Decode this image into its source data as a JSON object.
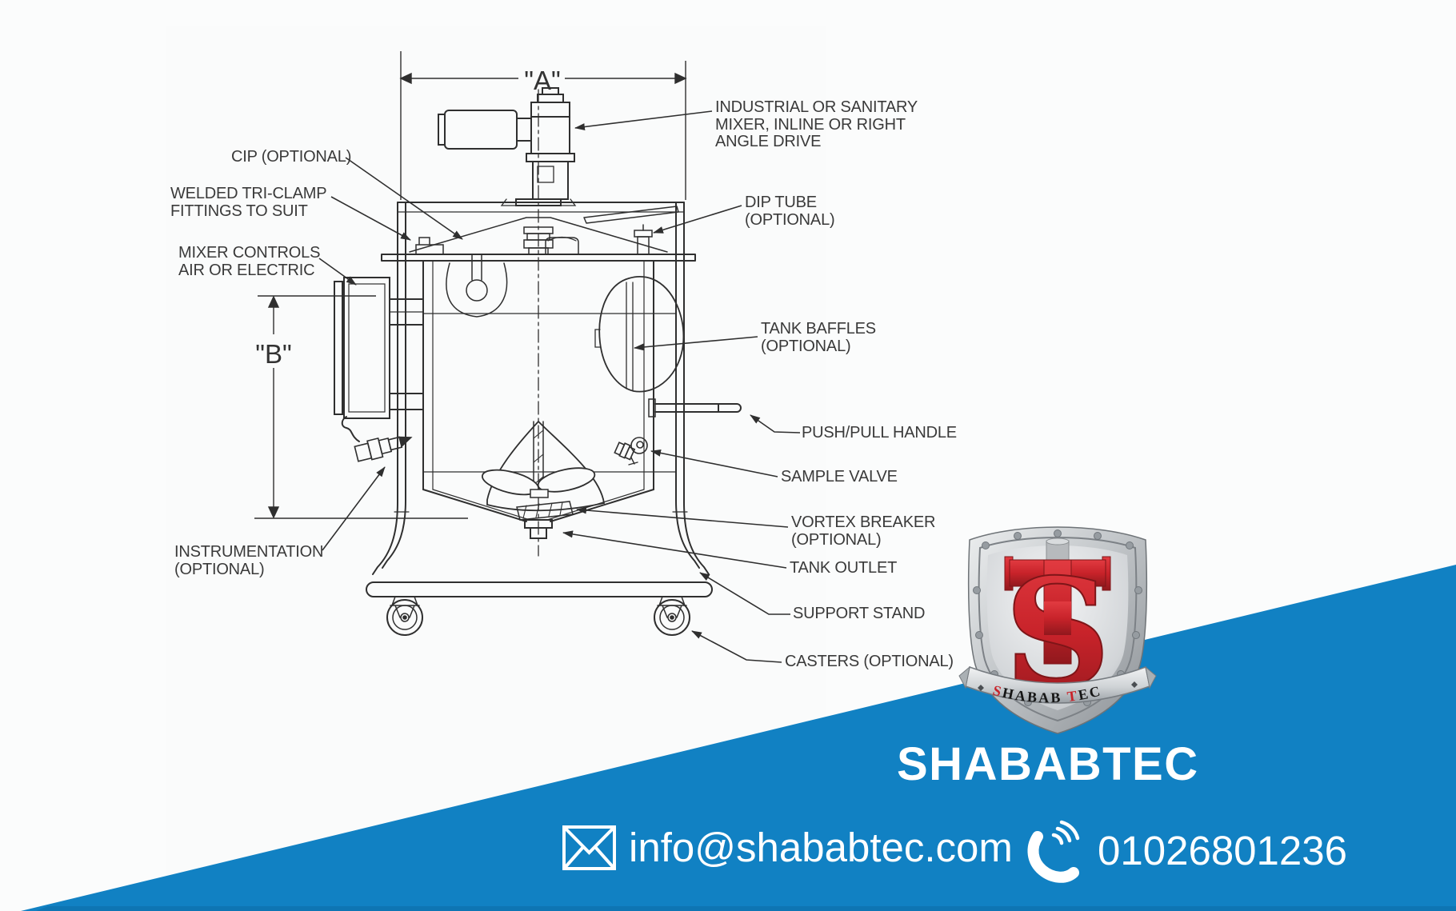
{
  "diagram": {
    "dimensions": {
      "a": "\"A\"",
      "b": "\"B\""
    },
    "labels": {
      "cip": {
        "l1": "CIP (OPTIONAL)"
      },
      "welded": {
        "l1": "WELDED TRI-CLAMP",
        "l2": "FITTINGS TO SUIT"
      },
      "mixer_controls": {
        "l1": "MIXER CONTROLS",
        "l2": "AIR OR ELECTRIC"
      },
      "instrumentation": {
        "l1": "INSTRUMENTATION",
        "l2": "(OPTIONAL)"
      },
      "industrial": {
        "l1": "INDUSTRIAL OR SANITARY",
        "l2": "MIXER, INLINE OR RIGHT",
        "l3": "ANGLE DRIVE"
      },
      "dip_tube": {
        "l1": "DIP TUBE",
        "l2": "(OPTIONAL)"
      },
      "baffles": {
        "l1": "TANK BAFFLES",
        "l2": "(OPTIONAL)"
      },
      "push_pull": {
        "l1": "PUSH/PULL HANDLE"
      },
      "sample_valve": {
        "l1": "SAMPLE VALVE"
      },
      "vortex": {
        "l1": "VORTEX BREAKER",
        "l2": "(OPTIONAL)"
      },
      "outlet": {
        "l1": "TANK OUTLET"
      },
      "support": {
        "l1": "SUPPORT STAND"
      },
      "casters": {
        "l1": "CASTERS (OPTIONAL)"
      }
    }
  },
  "logo": {
    "monogram_s": "S",
    "banner_s": "S",
    "banner_habab": "HABAB ",
    "banner_t": "T",
    "banner_ec": "EC",
    "brand": "SHABABTEC"
  },
  "contact": {
    "email": "info@shababtec.com",
    "phone": "01026801236"
  },
  "colors": {
    "band_blue": "#1181c3",
    "band_blue_dark": "#0c6ba6",
    "logo_red": "#c8232a",
    "logo_red_dark": "#8e181c",
    "line": "#2f2f2f"
  }
}
